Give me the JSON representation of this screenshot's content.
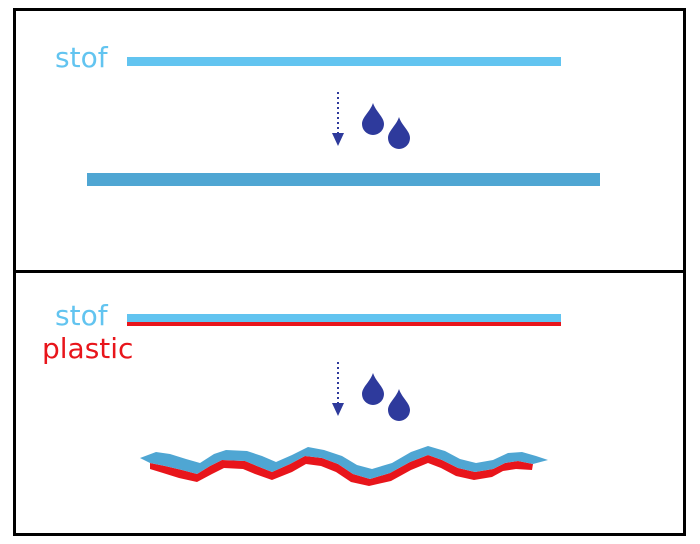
{
  "panels": [
    {
      "fabric_label": "stof",
      "colors": {
        "fabric": "#62c4f0",
        "fabric_lower": "#4fa6d3",
        "drop": "#2e3a9c"
      }
    },
    {
      "fabric_label": "stof",
      "plastic_label": "plastic",
      "colors": {
        "fabric": "#62c4f0",
        "plastic": "#e8151b",
        "wavy_top": "#4fa6d3",
        "drop": "#2e3a9c"
      }
    }
  ]
}
